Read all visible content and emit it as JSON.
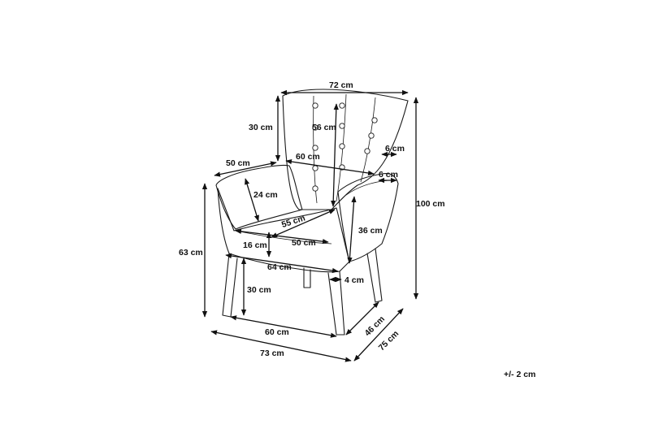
{
  "diagram": {
    "labels": {
      "back_width": "72 cm",
      "back_upper": "30 cm",
      "back_height": "56 cm",
      "inner_width": "60 cm",
      "arm_width_top": "6 cm",
      "arm_width_side": "6 cm",
      "armrest_depth": "50 cm",
      "arm_height": "24 cm",
      "total_height": "100 cm",
      "seat_depth": "55 cm",
      "arm_side_height": "36 cm",
      "seat_height_total": "63 cm",
      "cushion": "16 cm",
      "seat_width": "50 cm",
      "front_width": "64 cm",
      "leg_height": "30 cm",
      "leg_width": "4 cm",
      "base_width": "60 cm",
      "base_depth": "46 cm",
      "total_width": "73 cm",
      "total_depth": "75 cm"
    },
    "tolerance": "+/- 2 cm"
  }
}
